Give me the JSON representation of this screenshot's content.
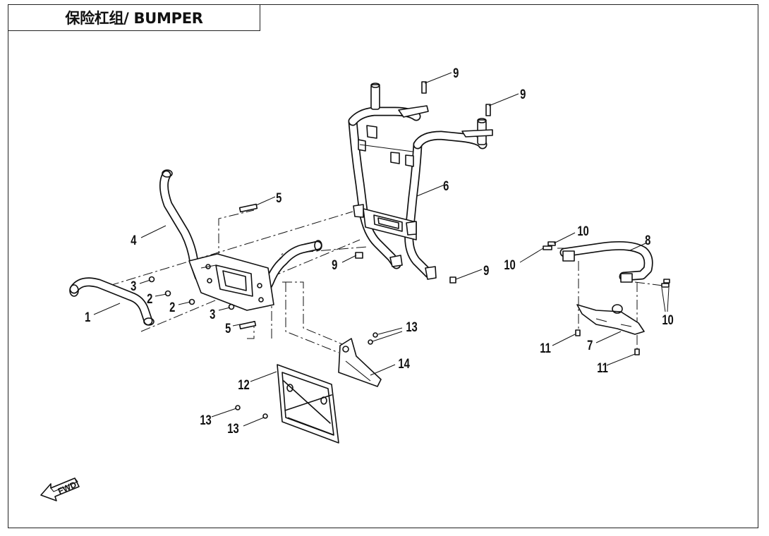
{
  "title": "保险杠组/ BUMPER",
  "direction_label": "FWD",
  "callouts": {
    "c1": "1",
    "c2a": "2",
    "c2b": "2",
    "c3a": "3",
    "c3b": "3",
    "c4": "4",
    "c5a": "5",
    "c5b": "5",
    "c6": "6",
    "c7": "7",
    "c8": "8",
    "c9a": "9",
    "c9b": "9",
    "c9c": "9",
    "c9d": "9",
    "c10a": "10",
    "c10b": "10",
    "c10c": "10",
    "c11a": "11",
    "c11b": "11",
    "c12": "12",
    "c13a": "13",
    "c13b": "13",
    "c13c": "13",
    "c14": "14"
  }
}
